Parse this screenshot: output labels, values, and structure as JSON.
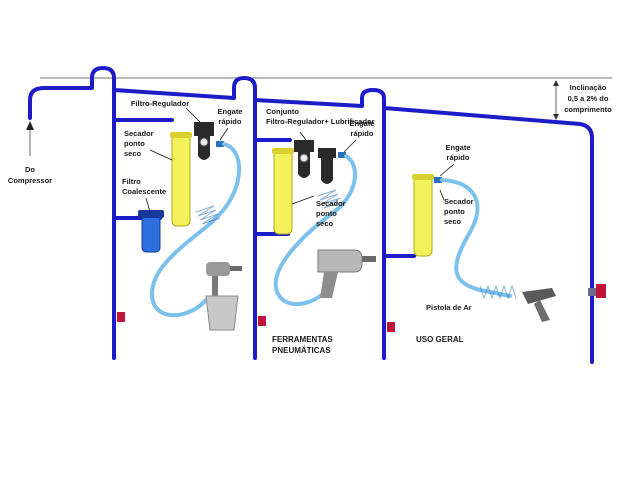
{
  "labels": {
    "from_compressor_l1": "Do",
    "from_compressor_l2": "Compressor",
    "filter_regulator": "Filtro-Regulador",
    "quick_coupling_1_l1": "Engate",
    "quick_coupling_1_l2": "rápido",
    "dryer_1_l1": "Secador",
    "dryer_1_l2": "ponto",
    "dryer_1_l3": "seco",
    "coalescing_filter_l1": "Filtro",
    "coalescing_filter_l2": "Coalescente",
    "frl_set_l1": "Conjunto",
    "frl_set_l2": "Filtro-Regulador+ Lubrificador",
    "quick_coupling_2_l1": "Engate",
    "quick_coupling_2_l2": "rápido",
    "dryer_2_l1": "Secador",
    "dryer_2_l2": "ponto",
    "dryer_2_l3": "seco",
    "quick_coupling_3_l1": "Engate",
    "quick_coupling_3_l2": "rápido",
    "dryer_3_l1": "Secador",
    "dryer_3_l2": "ponto",
    "dryer_3_l3": "seco",
    "air_gun": "Pistola de Ar",
    "pneumatic_tools_l1": "FERRAMENTAS",
    "pneumatic_tools_l2": "PNEUMÁTICAS",
    "general_use": "USO GERAL",
    "slope_l1": "Inclinação",
    "slope_l2": "0,5 a 2% do",
    "slope_l3": "comprimento"
  },
  "colors": {
    "pipe": "#1c1cc8",
    "hose": "#7cc0ec",
    "dryer": "#f4f25a",
    "valve": "#c0143c"
  }
}
